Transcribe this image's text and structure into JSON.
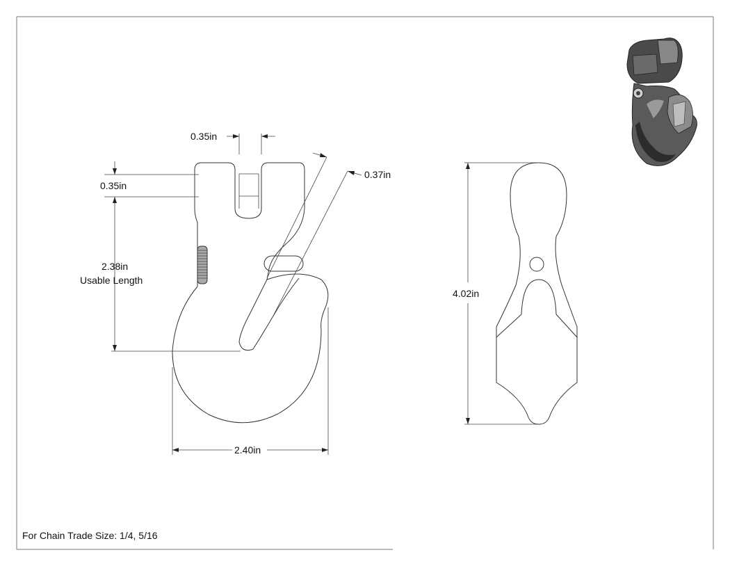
{
  "dimensions": {
    "top_width": "0.35in",
    "left_gap": "0.35in",
    "throat": "0.37in",
    "usable_length": "2.38in",
    "usable_length_caption": "Usable Length",
    "width": "2.40in",
    "height": "4.02in"
  },
  "footer": {
    "text": "For Chain Trade Size: 1/4, 5/16"
  },
  "colors": {
    "line": "#333333",
    "render_dark": "#3a3a3a",
    "render_light": "#bdbdbd"
  }
}
